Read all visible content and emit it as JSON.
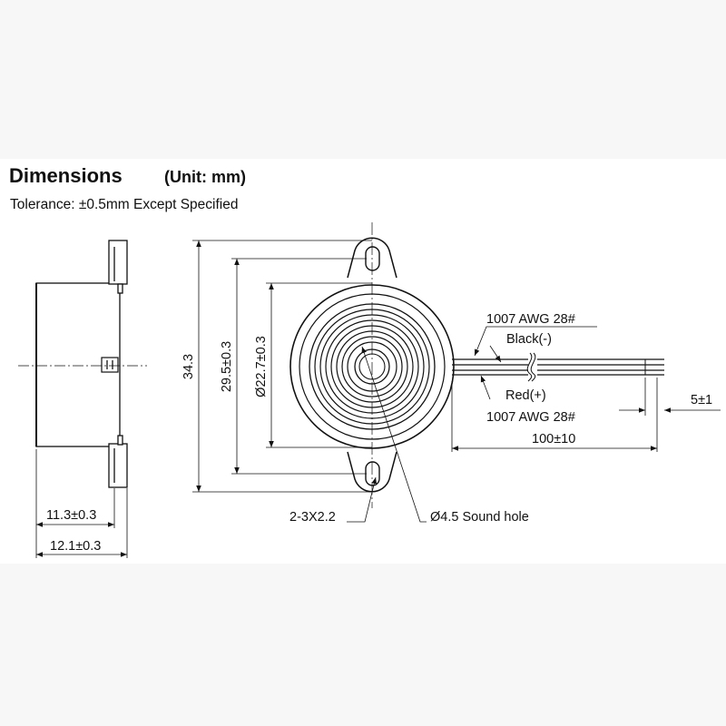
{
  "header": {
    "title": "Dimensions",
    "unit": "(Unit: mm)",
    "tolerance": "Tolerance: ±0.5mm Except Specified"
  },
  "side_view": {
    "width_inner": "11.3±0.3",
    "width_outer": "12.1±0.3"
  },
  "front_view": {
    "overall_height": "34.3",
    "mount_spacing": "29.5±0.3",
    "body_diameter": "Ø22.7±0.3",
    "mount_holes": "2-3X2.2",
    "sound_hole": "Ø4.5 Sound hole"
  },
  "wires": {
    "black_type": "1007 AWG 28#",
    "black_label": "Black(-)",
    "red_label": "Red(+)",
    "red_type": "1007 AWG 28#",
    "strip_length": "5±1",
    "wire_length": "100±10"
  },
  "colors": {
    "line": "#111111",
    "background": "#ffffff",
    "margin": "#f7f7f7"
  }
}
